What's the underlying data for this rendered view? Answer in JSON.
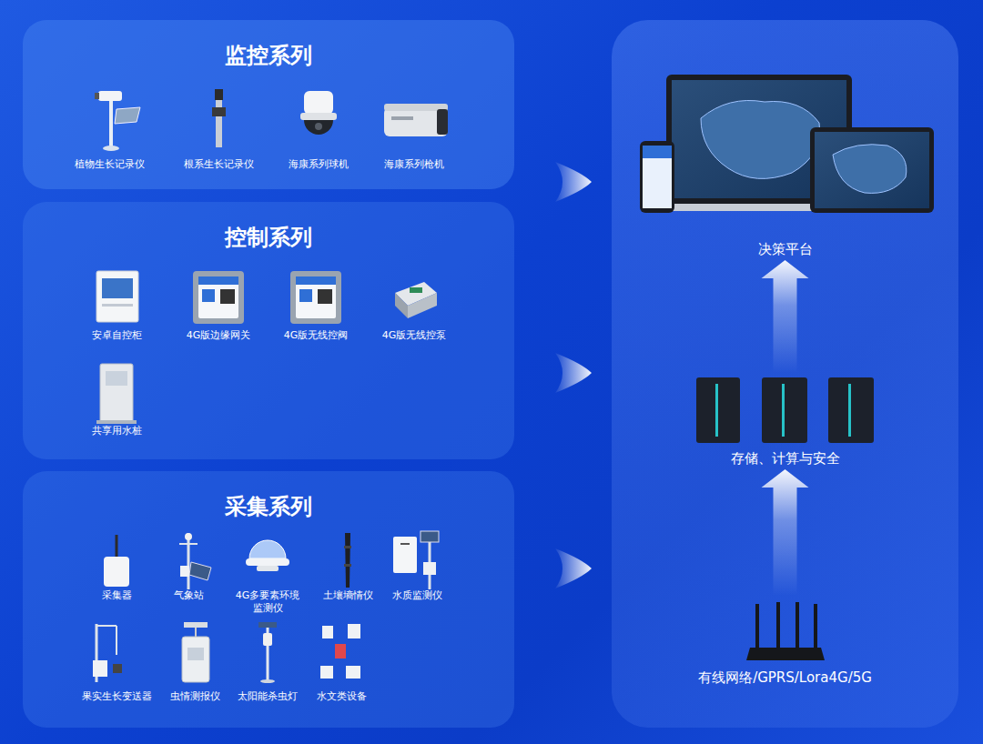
{
  "diagram": {
    "nodes": [
      {
        "text": [
          "监控系列"
        ]
      },
      {
        "text": [
          "植物生长记录仪"
        ],
        "in": 0
      },
      {
        "text": [
          "根系生长记录仪"
        ],
        "in": 0
      },
      {
        "text": [
          "海康系列球机"
        ],
        "in": 0
      },
      {
        "text": [
          "海康系列枪机"
        ],
        "in": 0
      },
      {
        "text": [
          "控制系列"
        ]
      },
      {
        "text": [
          "安卓自控柜"
        ],
        "in": 5
      },
      {
        "text": [
          "4G版边缘网关"
        ],
        "in": 5
      },
      {
        "text": [
          "4G版无线控阀"
        ],
        "in": 5
      },
      {
        "text": [
          "4G版无线控泵"
        ],
        "in": 5
      },
      {
        "text": [
          "共享用水桩"
        ],
        "in": 5
      },
      {
        "text": [
          "采集系列"
        ]
      },
      {
        "text": [
          "采集器"
        ],
        "in": 11
      },
      {
        "text": [
          "气象站"
        ],
        "in": 11
      },
      {
        "text": [
          "4G多要素环境监测仪"
        ],
        "in": 11
      },
      {
        "text": [
          "土壤墒情仪"
        ],
        "in": 11
      },
      {
        "text": [
          "水质监测仪"
        ],
        "in": 11
      },
      {
        "text": [
          "果实生长变送器"
        ],
        "in": 11
      },
      {
        "text": [
          "虫情测报仪"
        ],
        "in": 11
      },
      {
        "text": [
          "太阳能杀虫灯"
        ],
        "in": 11
      },
      {
        "text": [
          "水文类设备"
        ],
        "in": 11
      },
      {
        "text": [
          "决策平台"
        ]
      },
      {
        "text": [
          "存储、计算与安全"
        ]
      },
      {
        "text": [
          "有线网络/GPRS/Lora4G/5G"
        ]
      }
    ],
    "edges": [
      {
        "from": 23,
        "to": 22,
        "arrow": "to"
      },
      {
        "from": 22,
        "to": 21,
        "arrow": "to"
      }
    ]
  }
}
